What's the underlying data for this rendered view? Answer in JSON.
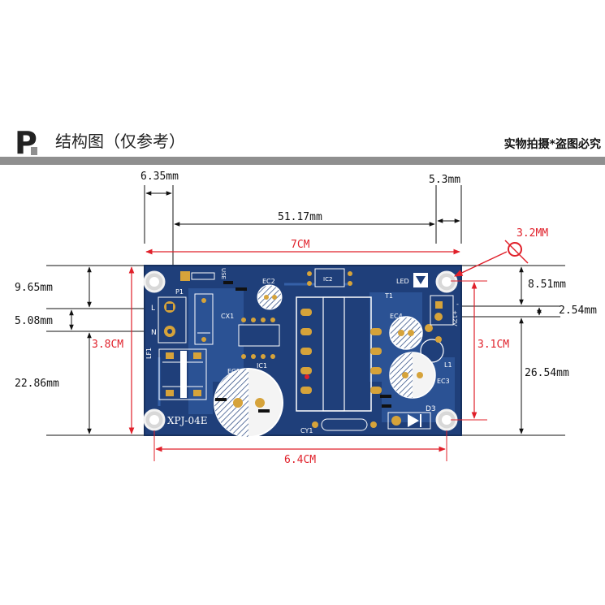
{
  "header": {
    "logo_letter": "P",
    "title": "结构图（仅参考）",
    "notice": "实物拍摄*盗图必究"
  },
  "colors": {
    "board": "#1f3f7a",
    "board_edge": "#16305e",
    "trace": "#3560a8",
    "pad": "#d6a33a",
    "silk": "#ffffff",
    "dimension_red": "#e0202a",
    "dimension_black": "#111111",
    "header_bar": "#8f8f8f"
  },
  "dimensions": {
    "top_left_offset": "6.35mm",
    "top_right_offset": "5.3mm",
    "hole_spacing": "51.17mm",
    "board_length": "7CM",
    "hole_diameter": "3.2MM",
    "left_top_margin": "9.65mm",
    "input_pitch": "5.08mm",
    "left_bottom_span": "22.86mm",
    "board_width": "3.8CM",
    "right_hole_span": "3.1CM",
    "right_top_margin": "8.51mm",
    "output_pitch": "2.54mm",
    "right_bottom_span": "26.54mm",
    "bottom_hole_spacing": "6.4CM"
  },
  "pcb": {
    "model": "XPJ-04E",
    "labels": {
      "ec1": "EC1",
      "ec2": "EC2",
      "ec3": "EC3",
      "ec4": "EC4",
      "ic1": "IC1",
      "ic2": "IC2",
      "cx1": "CX1",
      "cy1": "CY1",
      "lf1": "LF1",
      "t1": "T1",
      "l1": "L1",
      "d3": "D3",
      "led": "LED",
      "p1": "P1",
      "use": "USE",
      "pin_l": "L",
      "pin_n": "N",
      "out_plus": "+12V",
      "out_minus": "-"
    }
  }
}
